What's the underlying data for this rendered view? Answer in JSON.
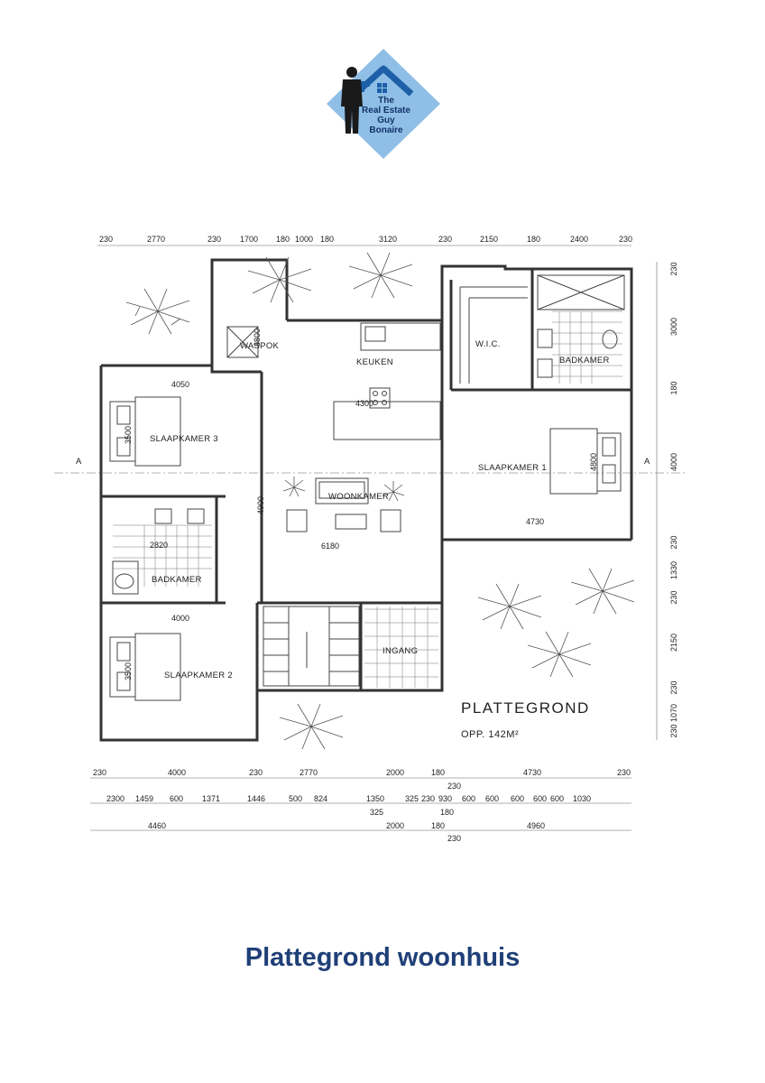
{
  "logo": {
    "text_lines": [
      "The",
      "Real Estate",
      "Guy",
      "Bonaire"
    ],
    "colors": {
      "diamond": "#8fbfe6",
      "roof": "#1e5fa8",
      "text": "#13336a"
    }
  },
  "plan": {
    "title": "PLATTEGROND",
    "area": "OPP. 142M²",
    "section_mark": "A",
    "rooms": {
      "waspok": "WASPOK",
      "keuken": "KEUKEN",
      "wic": "W.I.C.",
      "badkamer_top": "BADKAMER",
      "slaapkamer3": "SLAAPKAMER 3",
      "slaapkamer1": "SLAAPKAMER 1",
      "woonkamer": "WOONKAMER",
      "badkamer_left": "BADKAMER",
      "slaapkamer2": "SLAAPKAMER 2",
      "ingang": "INGANG"
    },
    "inner_dims": {
      "d4050": "4050",
      "d4300": "4300",
      "d3500a": "3500",
      "d3800": "3800",
      "d4800": "4800",
      "d4900": "4900",
      "d4730": "4730",
      "d2820": "2820",
      "d6180": "6180",
      "d4000": "4000",
      "d3500b": "3500"
    },
    "top_dims": [
      "230",
      "2770",
      "230",
      "1700",
      "180",
      "1000",
      "180",
      "3120",
      "230",
      "2150",
      "180",
      "2400",
      "230"
    ],
    "right_dims": [
      "230",
      "3000",
      "180",
      "4000",
      "230",
      "1330",
      "230",
      "2150",
      "230",
      "1070",
      "230"
    ],
    "bottom_row1": [
      "230",
      "4000",
      "230",
      "2770",
      "2000",
      "180",
      "4730",
      "230"
    ],
    "bottom_230a": "230",
    "bottom_row2": [
      "2300",
      "1459",
      "600",
      "1371",
      "1446",
      "500",
      "824",
      "1350",
      "325",
      "230",
      "930",
      "600",
      "600",
      "600",
      "600",
      "600",
      "1030"
    ],
    "bottom_row2b": [
      "325",
      "180"
    ],
    "bottom_row3": [
      "4460",
      "2000",
      "180",
      "4960"
    ],
    "bottom_230b": "230"
  },
  "caption": "Plattegrond woonhuis"
}
